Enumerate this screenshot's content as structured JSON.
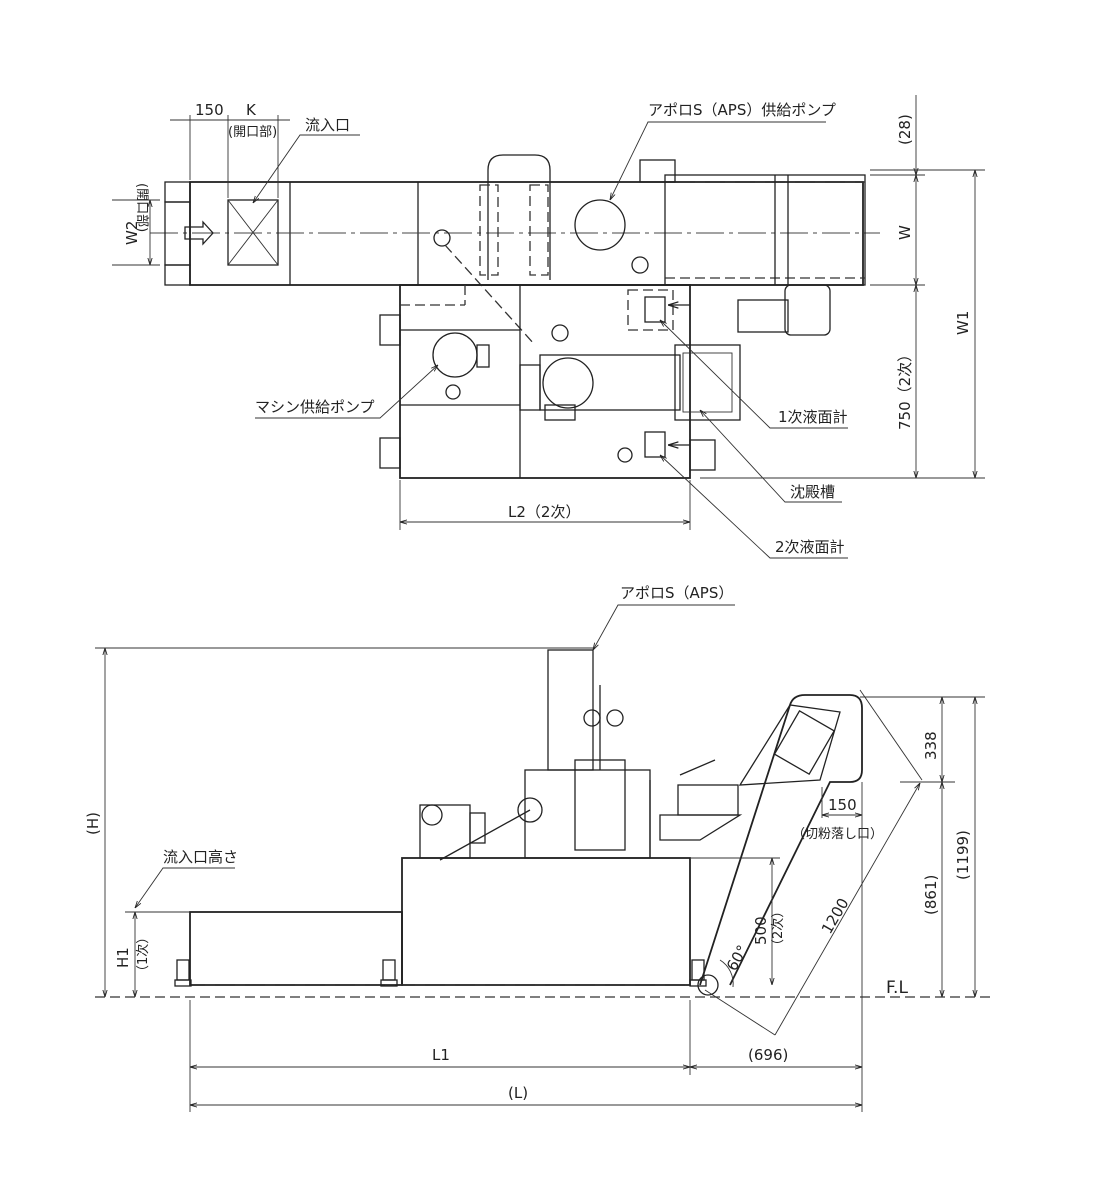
{
  "top_view": {
    "dim_150": "150",
    "dim_k": "K",
    "dim_k_note": "(開口部)",
    "inlet_label": "流入口",
    "aps_pump_label": "アポロS（APS）供給ポンプ",
    "dim_28": "(28)",
    "dim_w": "W",
    "dim_w1": "W1",
    "dim_w2": "W2",
    "dim_w2_note": "(開口部)",
    "machine_pump_label": "マシン供給ポンプ",
    "level_gauge_1_label": "1次液面計",
    "dim_750": "750（2次）",
    "settling_tank_label": "沈殿槽",
    "dim_l2": "L2（2次）",
    "level_gauge_2_label": "2次液面計"
  },
  "side_view": {
    "aps_label": "アポロS（APS）",
    "dim_h": "(H)",
    "inlet_height_label": "流入口高さ",
    "dim_h1": "H1",
    "dim_h1_note": "（1次）",
    "dim_500": "500",
    "dim_500_note": "（2次）",
    "dim_1200": "1200",
    "dim_338": "338",
    "dim_150": "150",
    "chip_outlet_label": "（切粉落し口）",
    "dim_861": "(861)",
    "dim_1199": "(1199)",
    "floor_label": "F.L",
    "angle_label": "60°",
    "dim_l1": "L1",
    "dim_696": "(696)",
    "dim_l": "(L)"
  }
}
